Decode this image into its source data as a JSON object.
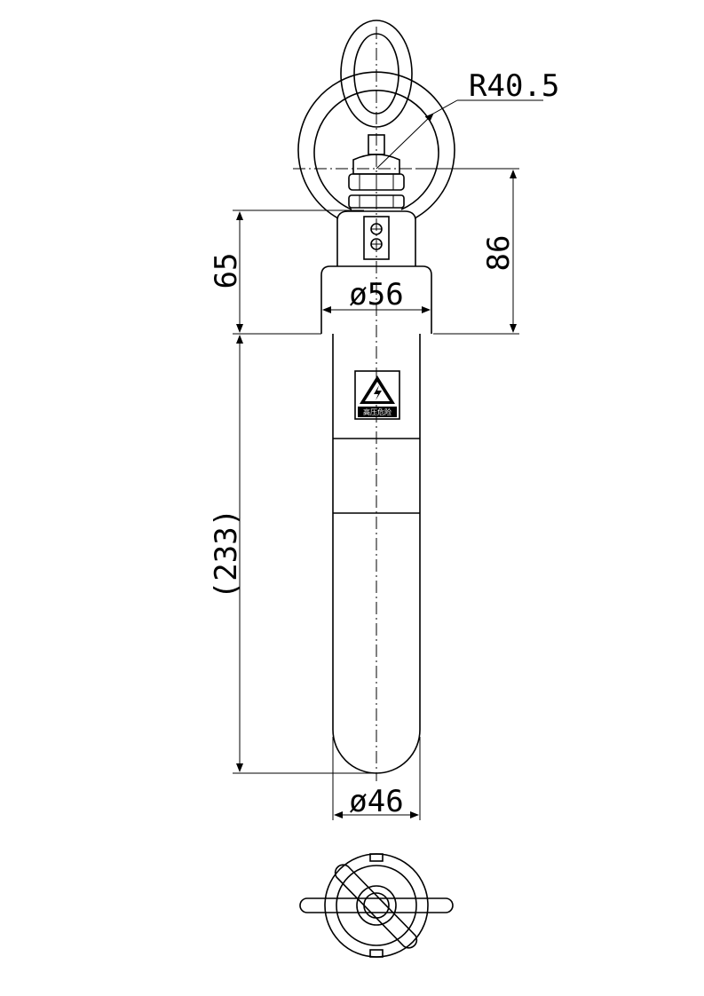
{
  "dimensions": {
    "radius": "R40.5",
    "top_height": "65",
    "right_height": "86",
    "head_diameter": "ø56",
    "overall_length": "(233)",
    "body_diameter": "ø46"
  },
  "warning_label": {
    "icon": "high-voltage-warning-icon",
    "text": "高压危险"
  },
  "colors": {
    "line": "#000000",
    "background": "#ffffff"
  }
}
